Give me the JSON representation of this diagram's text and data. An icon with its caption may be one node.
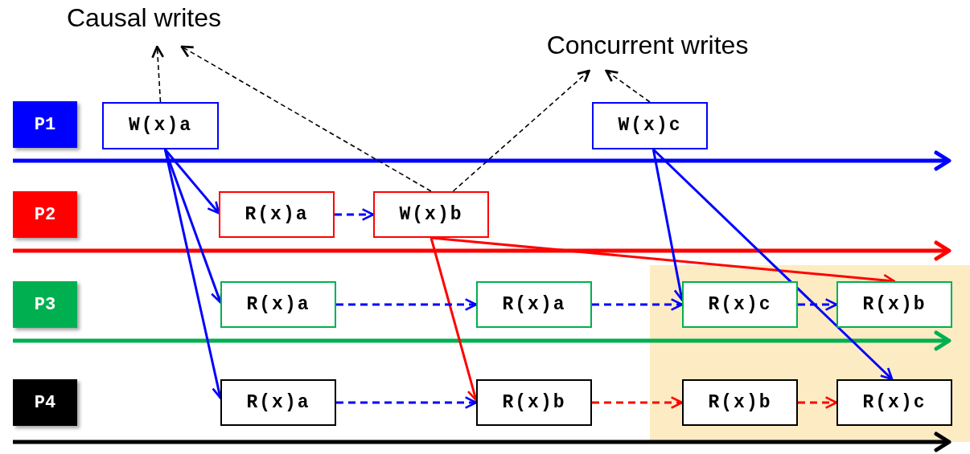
{
  "diagram": {
    "nodes": [
      {
        "text": [
          "Causal writes"
        ]
      },
      {
        "text": [
          "Concurrent writes"
        ]
      },
      {
        "text": [
          "P1"
        ]
      },
      {
        "text": [
          "P2"
        ]
      },
      {
        "text": [
          "P3"
        ]
      },
      {
        "text": [
          "P4"
        ]
      },
      {
        "text": [
          "W(x)a"
        ]
      },
      {
        "text": [
          "W(x)c"
        ]
      },
      {
        "text": [
          "R(x)a"
        ]
      },
      {
        "text": [
          "W(x)b"
        ]
      },
      {
        "text": [
          "R(x)a"
        ]
      },
      {
        "text": [
          "R(x)a"
        ]
      },
      {
        "text": [
          "R(x)c"
        ]
      },
      {
        "text": [
          "R(x)b"
        ]
      },
      {
        "text": [
          "R(x)a"
        ]
      },
      {
        "text": [
          "R(x)b"
        ]
      },
      {
        "text": [
          "R(x)b"
        ]
      },
      {
        "text": [
          "R(x)c"
        ]
      }
    ],
    "edges": [
      {
        "from": 6,
        "to": 0,
        "arrow": "to",
        "style": "dashed",
        "color": "#000000"
      },
      {
        "from": 9,
        "to": 0,
        "arrow": "to",
        "style": "dashed",
        "color": "#000000"
      },
      {
        "from": 9,
        "to": 1,
        "arrow": "to",
        "style": "dashed",
        "color": "#000000"
      },
      {
        "from": 7,
        "to": 1,
        "arrow": "to",
        "style": "dashed",
        "color": "#000000"
      },
      {
        "from": 6,
        "to": 8,
        "arrow": "to"
      },
      {
        "from": 6,
        "to": 10,
        "arrow": "to"
      },
      {
        "from": 6,
        "to": 14,
        "arrow": "to"
      },
      {
        "from": 8,
        "to": 9,
        "arrow": "to",
        "style": "dashed"
      },
      {
        "from": 9,
        "to": 13,
        "arrow": "to",
        "color": "#ff0000"
      },
      {
        "from": 9,
        "to": 15,
        "arrow": "to",
        "color": "#ff0000"
      },
      {
        "from": 7,
        "to": 12,
        "arrow": "to"
      },
      {
        "from": 7,
        "to": 17,
        "arrow": "to"
      },
      {
        "from": 10,
        "to": 11,
        "arrow": "to",
        "style": "dashed"
      },
      {
        "from": 11,
        "to": 12,
        "arrow": "to",
        "style": "dashed"
      },
      {
        "from": 12,
        "to": 13,
        "arrow": "to",
        "style": "dashed"
      },
      {
        "from": 14,
        "to": 15,
        "arrow": "to",
        "style": "dashed"
      },
      {
        "from": 15,
        "to": 16,
        "arrow": "to",
        "style": "dashed",
        "color": "#ff0000"
      },
      {
        "from": 16,
        "to": 17,
        "arrow": "to",
        "style": "dashed",
        "color": "#ff0000"
      }
    ]
  }
}
